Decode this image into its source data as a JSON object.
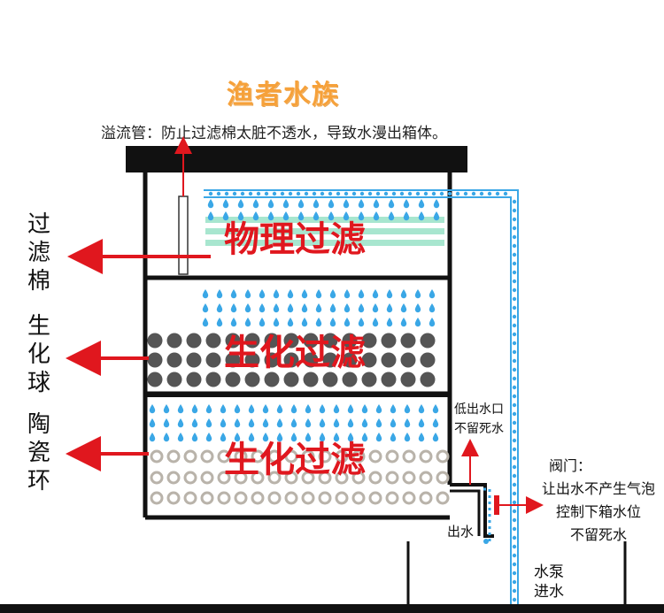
{
  "brand_title": "渔者水族",
  "overflow_note": "溢流管：防止过滤棉太脏不透水，导致水漫出箱体。",
  "left_labels": [
    {
      "id": "filter-cotton",
      "lines": [
        "过",
        "滤",
        "棉"
      ]
    },
    {
      "id": "bio-ball",
      "lines": [
        "生",
        "化",
        "球"
      ]
    },
    {
      "id": "ceramic-ring",
      "lines": [
        "陶",
        "瓷",
        "环"
      ]
    }
  ],
  "zones": {
    "physical": "物理过滤",
    "bio_upper": "生化过滤",
    "bio_lower": "生化过滤"
  },
  "low_outlet": {
    "line1": "低出水口",
    "line2": "不留死水"
  },
  "outlet_label": "出水",
  "valve": {
    "title": "阀门：",
    "line1": "让出水不产生气泡",
    "line2": "控制下箱水位",
    "line3": "不留死水"
  },
  "pump_inlet": {
    "line1": "水泵",
    "line2": "进水"
  },
  "colors": {
    "arrow_red": "#e0171e",
    "water_blue": "#3aa7e6",
    "cotton_green": "#a8e6cf",
    "bio_ball_gray": "#555555",
    "ceramic_ring": "#b9b3aa",
    "tank_black": "#111111",
    "brand_orange": "#f6a13a"
  }
}
